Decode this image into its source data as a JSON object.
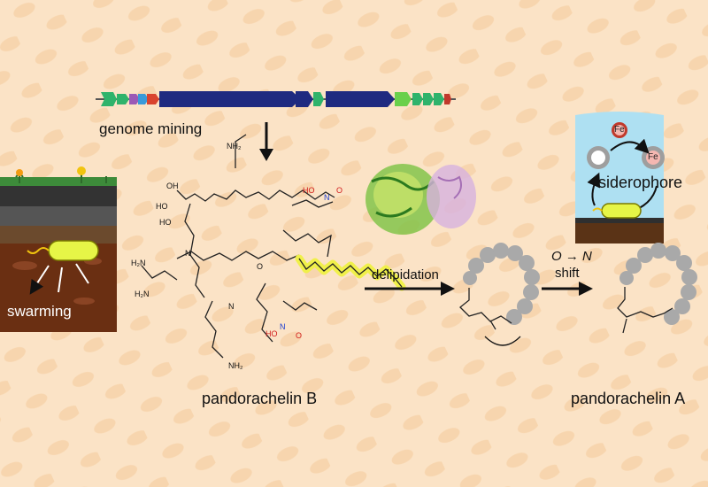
{
  "labels": {
    "genome_mining": "genome mining",
    "pandorachelin_b": "pandorachelin B",
    "pandorachelin_a": "pandorachelin A",
    "delipidation": "delipidation",
    "shift_top": "O → N",
    "shift_bottom": "shift",
    "swarming": "swarming",
    "siderophore": "siderophore",
    "fe_1": "Fe",
    "fe_2": "Fe"
  },
  "structure_text": {
    "nh2_top": "NH₂",
    "oh_a": "OH",
    "oh_b": "HO",
    "oh_c": "HO",
    "o_a": "O",
    "h2n_left": "H₂N",
    "h2n_low": "H₂N",
    "nh_1": "N",
    "nh_2": "N",
    "ho_n_top": "HO",
    "n_top": "N",
    "o_top": "O",
    "ho_n_bot": "HO",
    "n_bot": "N",
    "o_bot": "O",
    "nh2_bot": "NH₂"
  },
  "colors": {
    "background": "#fbe3c6",
    "gene_core": "#1f2a80",
    "gene_green": "#2fb36b",
    "lipid_highlight": "#f0f04a",
    "bead": "#a9a9a9",
    "amine_blue": "#1e3fd1",
    "hydroxyl_red": "#d11b1b",
    "water": "#aee0f2",
    "soil": "#5a3316"
  }
}
